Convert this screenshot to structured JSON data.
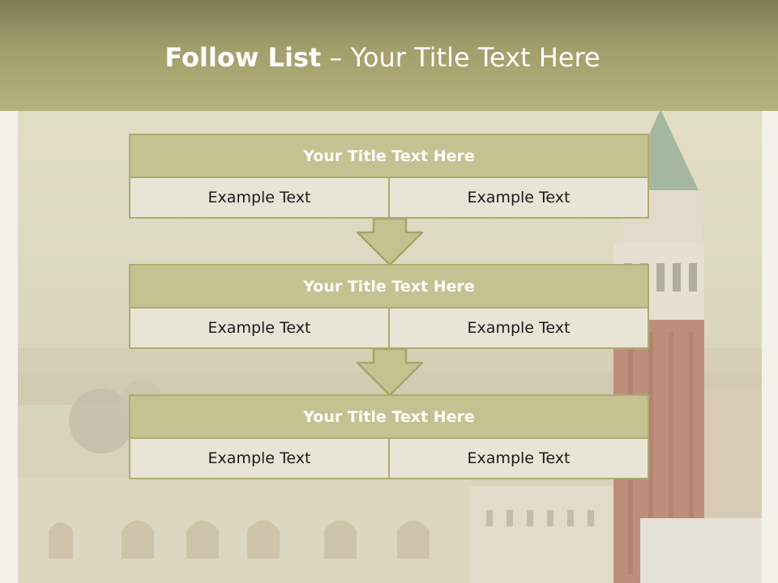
{
  "header": {
    "title_bold": "Follow List",
    "title_rest": " – Your Title Text Here"
  },
  "blocks": [
    {
      "title": "Your Title Text Here",
      "left": "Example Text",
      "right": "Example Text"
    },
    {
      "title": "Your Title Text Here",
      "left": "Example Text",
      "right": "Example Text"
    },
    {
      "title": "Your Title Text Here",
      "left": "Example Text",
      "right": "Example Text"
    }
  ],
  "colors": {
    "header": "#a39f6c",
    "title_fill": "#c4c290",
    "cell_fill": "#e8e5d7",
    "border": "#b0ab6e"
  },
  "icons": [
    "down-arrow-icon",
    "down-arrow-icon"
  ]
}
